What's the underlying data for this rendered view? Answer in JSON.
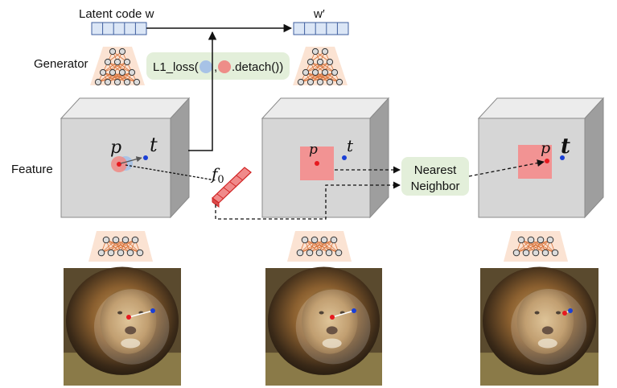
{
  "labels": {
    "latent_code": "Latent code w",
    "latent_code_prime": "w′",
    "generator": "Generator",
    "feature": "Feature",
    "loss_prefix": "L1_loss(",
    "loss_comma": ",",
    "loss_suffix": ".detach())",
    "nearest_line1": "Nearest",
    "nearest_line2": "Neighbor",
    "p": "p",
    "t": "t",
    "f0_base": "f",
    "f0_sub": "0"
  },
  "colors": {
    "latent_fill": "#dbe6f6",
    "latent_stroke": "#3f5f9f",
    "generator_bg": "#fbe3d3",
    "network_edge": "#d9733a",
    "loss_bg": "#e3efda",
    "cube_front": "#d6d6d6",
    "cube_top": "#ececec",
    "cube_side": "#9e9e9e",
    "handle_red": "#e6191f",
    "target_blue": "#1a3fd6",
    "patch_red": "#f29393",
    "blue_circle": "#a7c2e6",
    "red_circle": "#ee8d88"
  }
}
